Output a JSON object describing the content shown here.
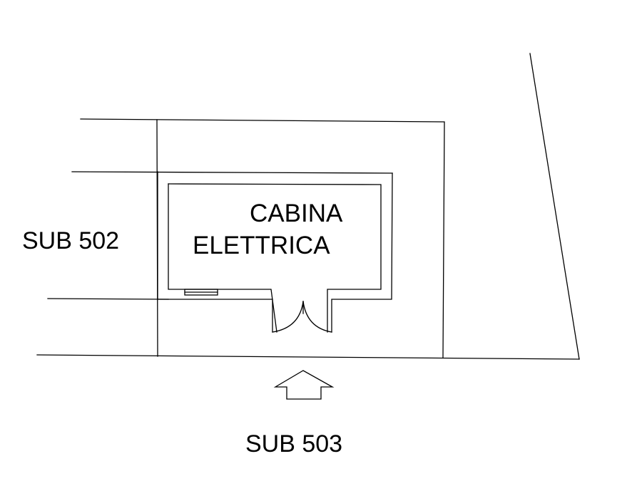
{
  "labels": {
    "room_line_1": "CABINA",
    "room_line_2": "ELETTRICA",
    "left_unit": "SUB 502",
    "bottom_unit": "SUB 503"
  },
  "colors": {
    "ink": "#000000",
    "background": "#ffffff"
  }
}
